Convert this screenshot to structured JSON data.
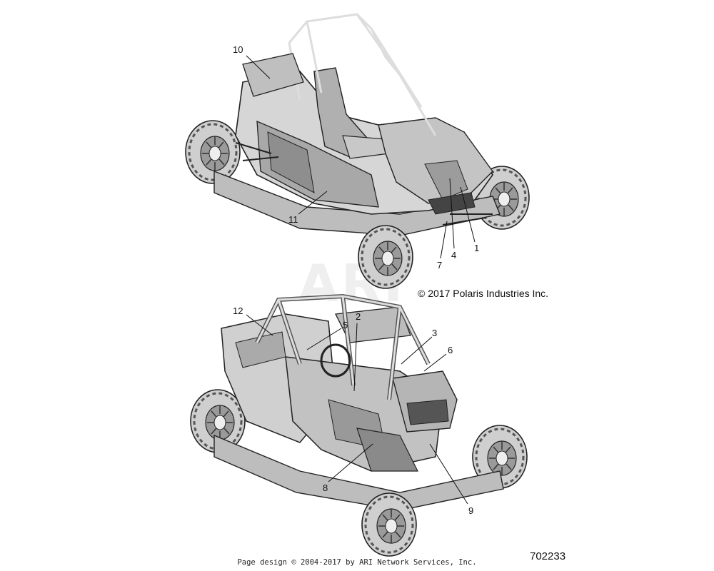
{
  "watermark": "ARI",
  "copyright": "© 2017 Polaris Industries Inc.",
  "footer": "Page design © 2004-2017 by ARI Network Services, Inc.",
  "figure_number": "702233",
  "callouts": {
    "c1": "1",
    "c2": "2",
    "c3": "3",
    "c4": "4",
    "c5": "5",
    "c6": "6",
    "c7": "7",
    "c8": "8",
    "c9": "9",
    "c10": "10",
    "c11": "11",
    "c12": "12"
  }
}
